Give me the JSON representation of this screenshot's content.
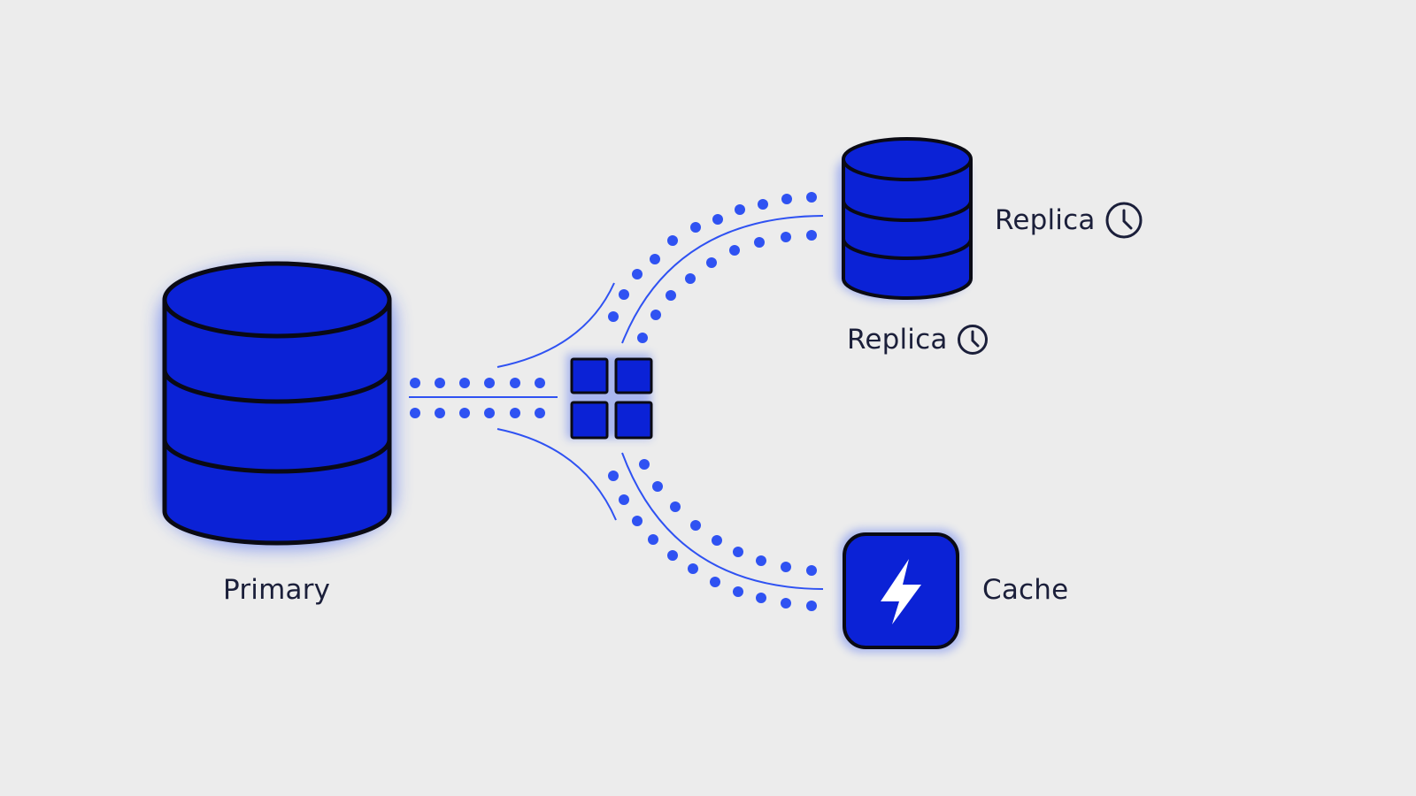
{
  "diagram": {
    "nodes": {
      "primary": {
        "label": "Primary",
        "icon": "database-icon"
      },
      "replica": {
        "label": "Replica",
        "icon": "database-icon",
        "badge_icon": "clock-icon"
      },
      "replica_secondary": {
        "label": "Replica",
        "badge_icon": "clock-icon"
      },
      "router": {
        "icon": "grid-icon"
      },
      "cache": {
        "label": "Cache",
        "icon": "lightning-bolt-icon"
      }
    },
    "edges": [
      {
        "from": "primary",
        "to": "router",
        "style": "dotted"
      },
      {
        "from": "router",
        "to": "replica",
        "style": "dotted"
      },
      {
        "from": "router",
        "to": "cache",
        "style": "dotted"
      }
    ]
  },
  "colors": {
    "background": "#ececec",
    "accent": "#0b22d6",
    "flow": "#2f52f2",
    "outline": "#0a0a14",
    "text": "#1b1f3a"
  }
}
